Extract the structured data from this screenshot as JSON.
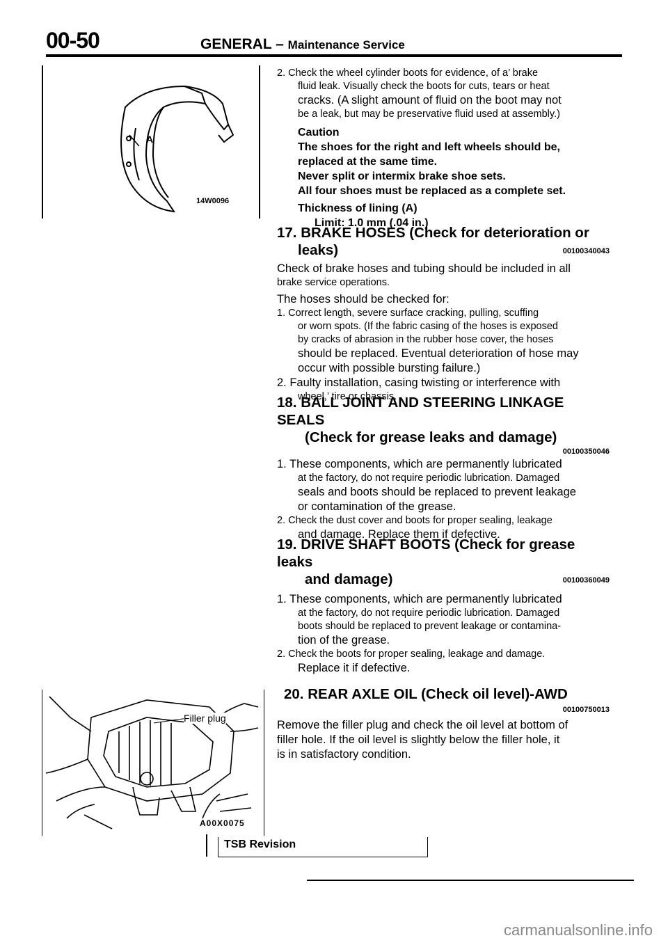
{
  "header": {
    "code": "00-50",
    "title": "GENERAL",
    "dash": "–",
    "subtitle": "Maintenance Service"
  },
  "figures": {
    "brake_shoe": {
      "label": "A",
      "code": "14W0096"
    },
    "rear_axle": {
      "label": "Filler plug",
      "code": "A00X0075"
    }
  },
  "item2": {
    "l1": "2.   Check the wheel cylinder boots for evidence, of a’ brake",
    "l2": "fluid leak. Visually check the boots for cuts, tears or heat",
    "l3": "cracks. (A slight amount of fluid on the boot may not",
    "l4": "be a leak, but may be preservative fluid used at assembly.)",
    "caution": "Caution",
    "c1": "The shoes for the right and left wheels should be,",
    "c2": "replaced at the same time.",
    "c3": "Never split or intermix brake shoe sets.",
    "c4": "All four shoes must be replaced as a complete set.",
    "th1": "Thickness of lining (A)",
    "th2": "Limit: 1.0 mm (.04 in.)"
  },
  "s17": {
    "h1": "17. BRAKE HOSES (Check for deterioration or",
    "h2": "leaks)",
    "code": "00100340043",
    "p1": "Check of brake hoses and tubing should be included in all",
    "p2": "brake service operations.",
    "p3": "The hoses should be checked for:",
    "i1a": "1.  Correct length, severe surface cracking, pulling, scuffing",
    "i1b": "or worn spots. (If the fabric casing of the hoses is exposed",
    "i1c": "by cracks of abrasion in the rubber hose cover, the hoses",
    "i1d": "should be replaced. Eventual deterioration of hose may",
    "i1e": "occur with possible bursting failure.)",
    "i2a": "2. Faulty installation, casing twisting or interference with",
    "i2b": "wheel,’ tire or chassis."
  },
  "s18": {
    "h1": "18. BALL JOINT AND STEERING LINKAGE SEALS",
    "h2": "(Check for grease leaks and damage)",
    "code": "00100350046",
    "i1a": "1. These components, which are permanently lubricated",
    "i1b": "at the factory, do not require periodic lubrication. Damaged",
    "i1c": "seals and boots should be replaced to prevent leakage",
    "i1d": "or contamination of the grease.",
    "i2a": "2.  Check the dust cover and boots for proper sealing, leakage",
    "i2b": "and damage. Replace them if defective."
  },
  "s19": {
    "h1": "19. DRIVE SHAFT BOOTS (Check for grease leaks",
    "h2": "and damage)",
    "code": "00100360049",
    "i1a": "1. These components, which are permanently lubricated",
    "i1b": "at the factory, do not require periodic lubrication. Damaged",
    "i1c": "boots should be replaced to prevent leakage or contamina-",
    "i1d": "tion of the grease.",
    "i2a": "2.  Check the boots for proper sealing, leakage and damage.",
    "i2b": "Replace it if defective."
  },
  "s20": {
    "h1": "20. REAR AXLE OIL (Check oil level)-AWD",
    "code": "00100750013",
    "p1": "Remove the filler plug and check the oil level at bottom of",
    "p2": "filler hole. If the oil level is slightly below the filler hole, it",
    "p3": "is in satisfactory condition."
  },
  "tsb": "TSB Revision",
  "footer": "carmanualsonline.info"
}
